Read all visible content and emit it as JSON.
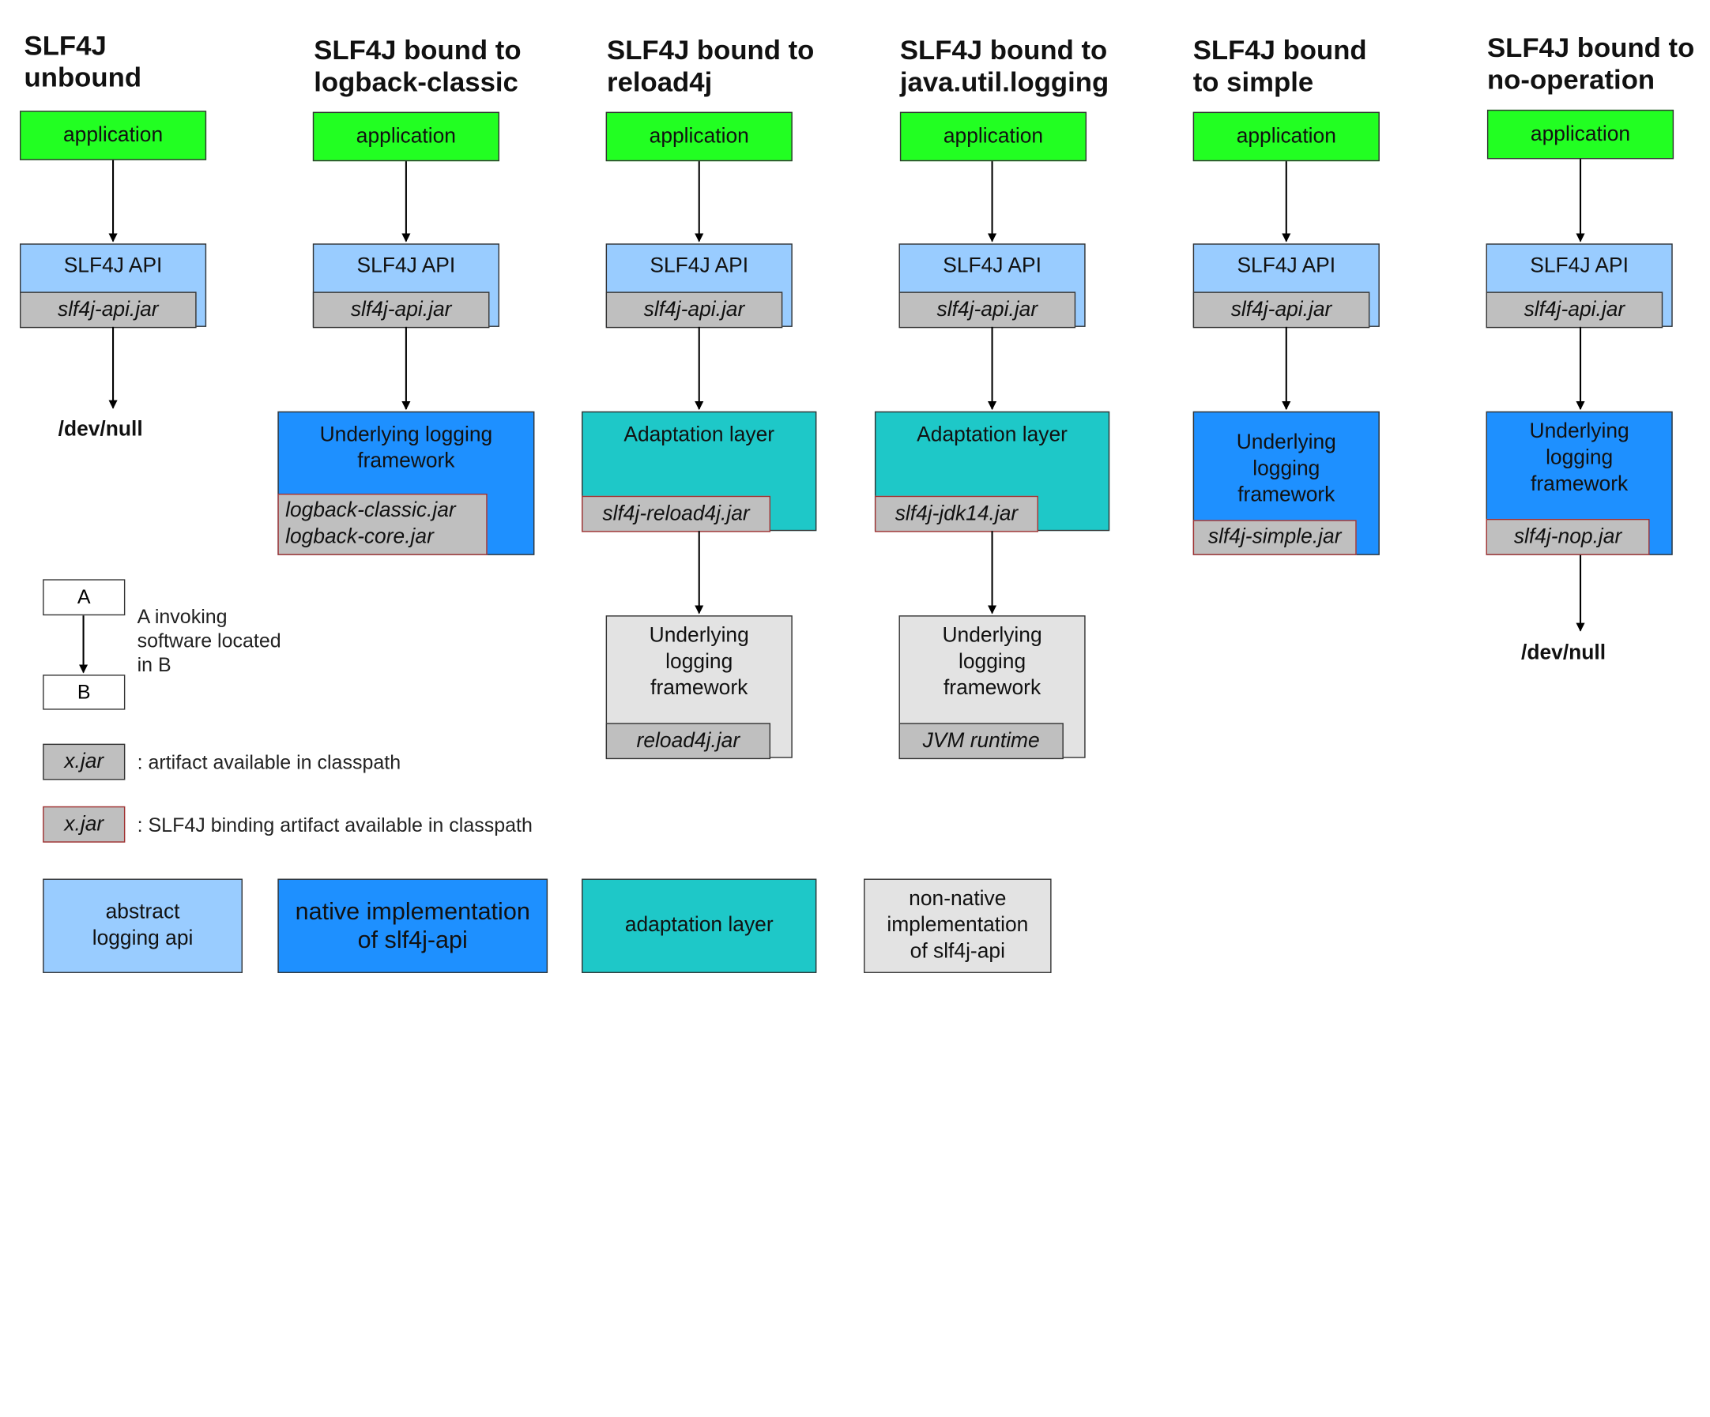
{
  "columns": [
    {
      "title": "SLF4J\nunbound",
      "application": "application",
      "api": {
        "label": "SLF4J API",
        "jar": "slf4j-api.jar"
      },
      "terminal": "/dev/null"
    },
    {
      "title": "SLF4J bound to\nlogback-classic",
      "application": "application",
      "api": {
        "label": "SLF4J API",
        "jar": "slf4j-api.jar"
      },
      "impl": {
        "label": "Underlying logging\nframework",
        "jar": "logback-classic.jar\nlogback-core.jar"
      }
    },
    {
      "title": "SLF4J bound to\nreload4j",
      "application": "application",
      "api": {
        "label": "SLF4J API",
        "jar": "slf4j-api.jar"
      },
      "adapter": {
        "label": "Adaptation layer",
        "jar": "slf4j-reload4j.jar"
      },
      "underlying": {
        "label": "Underlying\nlogging\nframework",
        "jar": "reload4j.jar"
      }
    },
    {
      "title": "SLF4J bound to\njava.util.logging",
      "application": "application",
      "api": {
        "label": "SLF4J API",
        "jar": "slf4j-api.jar"
      },
      "adapter": {
        "label": "Adaptation layer",
        "jar": "slf4j-jdk14.jar"
      },
      "underlying": {
        "label": "Underlying\nlogging\nframework",
        "jar": "JVM runtime"
      }
    },
    {
      "title": "SLF4J bound\nto simple",
      "application": "application",
      "api": {
        "label": "SLF4J API",
        "jar": "slf4j-api.jar"
      },
      "impl": {
        "label": "Underlying\nlogging\nframework",
        "jar": "slf4j-simple.jar"
      }
    },
    {
      "title": "SLF4J bound to\nno-operation",
      "application": "application",
      "api": {
        "label": "SLF4J API",
        "jar": "slf4j-api.jar"
      },
      "impl": {
        "label": "Underlying\nlogging\nframework",
        "jar": "slf4j-nop.jar"
      },
      "terminal": "/dev/null"
    }
  ],
  "legend": {
    "node_a": "A",
    "node_b": "B",
    "invoke_text": "A invoking\nsoftware located\nin B",
    "artifact_sample": "x.jar",
    "artifact_text": ": artifact available in classpath",
    "binding_sample": "x.jar",
    "binding_text": ": SLF4J binding artifact available in classpath",
    "swatches": [
      {
        "label": "abstract\nlogging api",
        "color": "#99ccff"
      },
      {
        "label": "native implementation\nof slf4j-api",
        "color": "#1e90ff"
      },
      {
        "label": "adaptation layer",
        "color": "#1ec8c8"
      },
      {
        "label": "non-native\nimplementation\nof slf4j-api",
        "color": "#e3e3e3"
      }
    ]
  },
  "colors": {
    "application": "#22ff22",
    "abstract_api": "#99ccff",
    "native_impl": "#1e90ff",
    "adaptation": "#1ec8c8",
    "non_native": "#e3e3e3",
    "jar": "#bfbfbf",
    "binding_border": "#a03030"
  }
}
